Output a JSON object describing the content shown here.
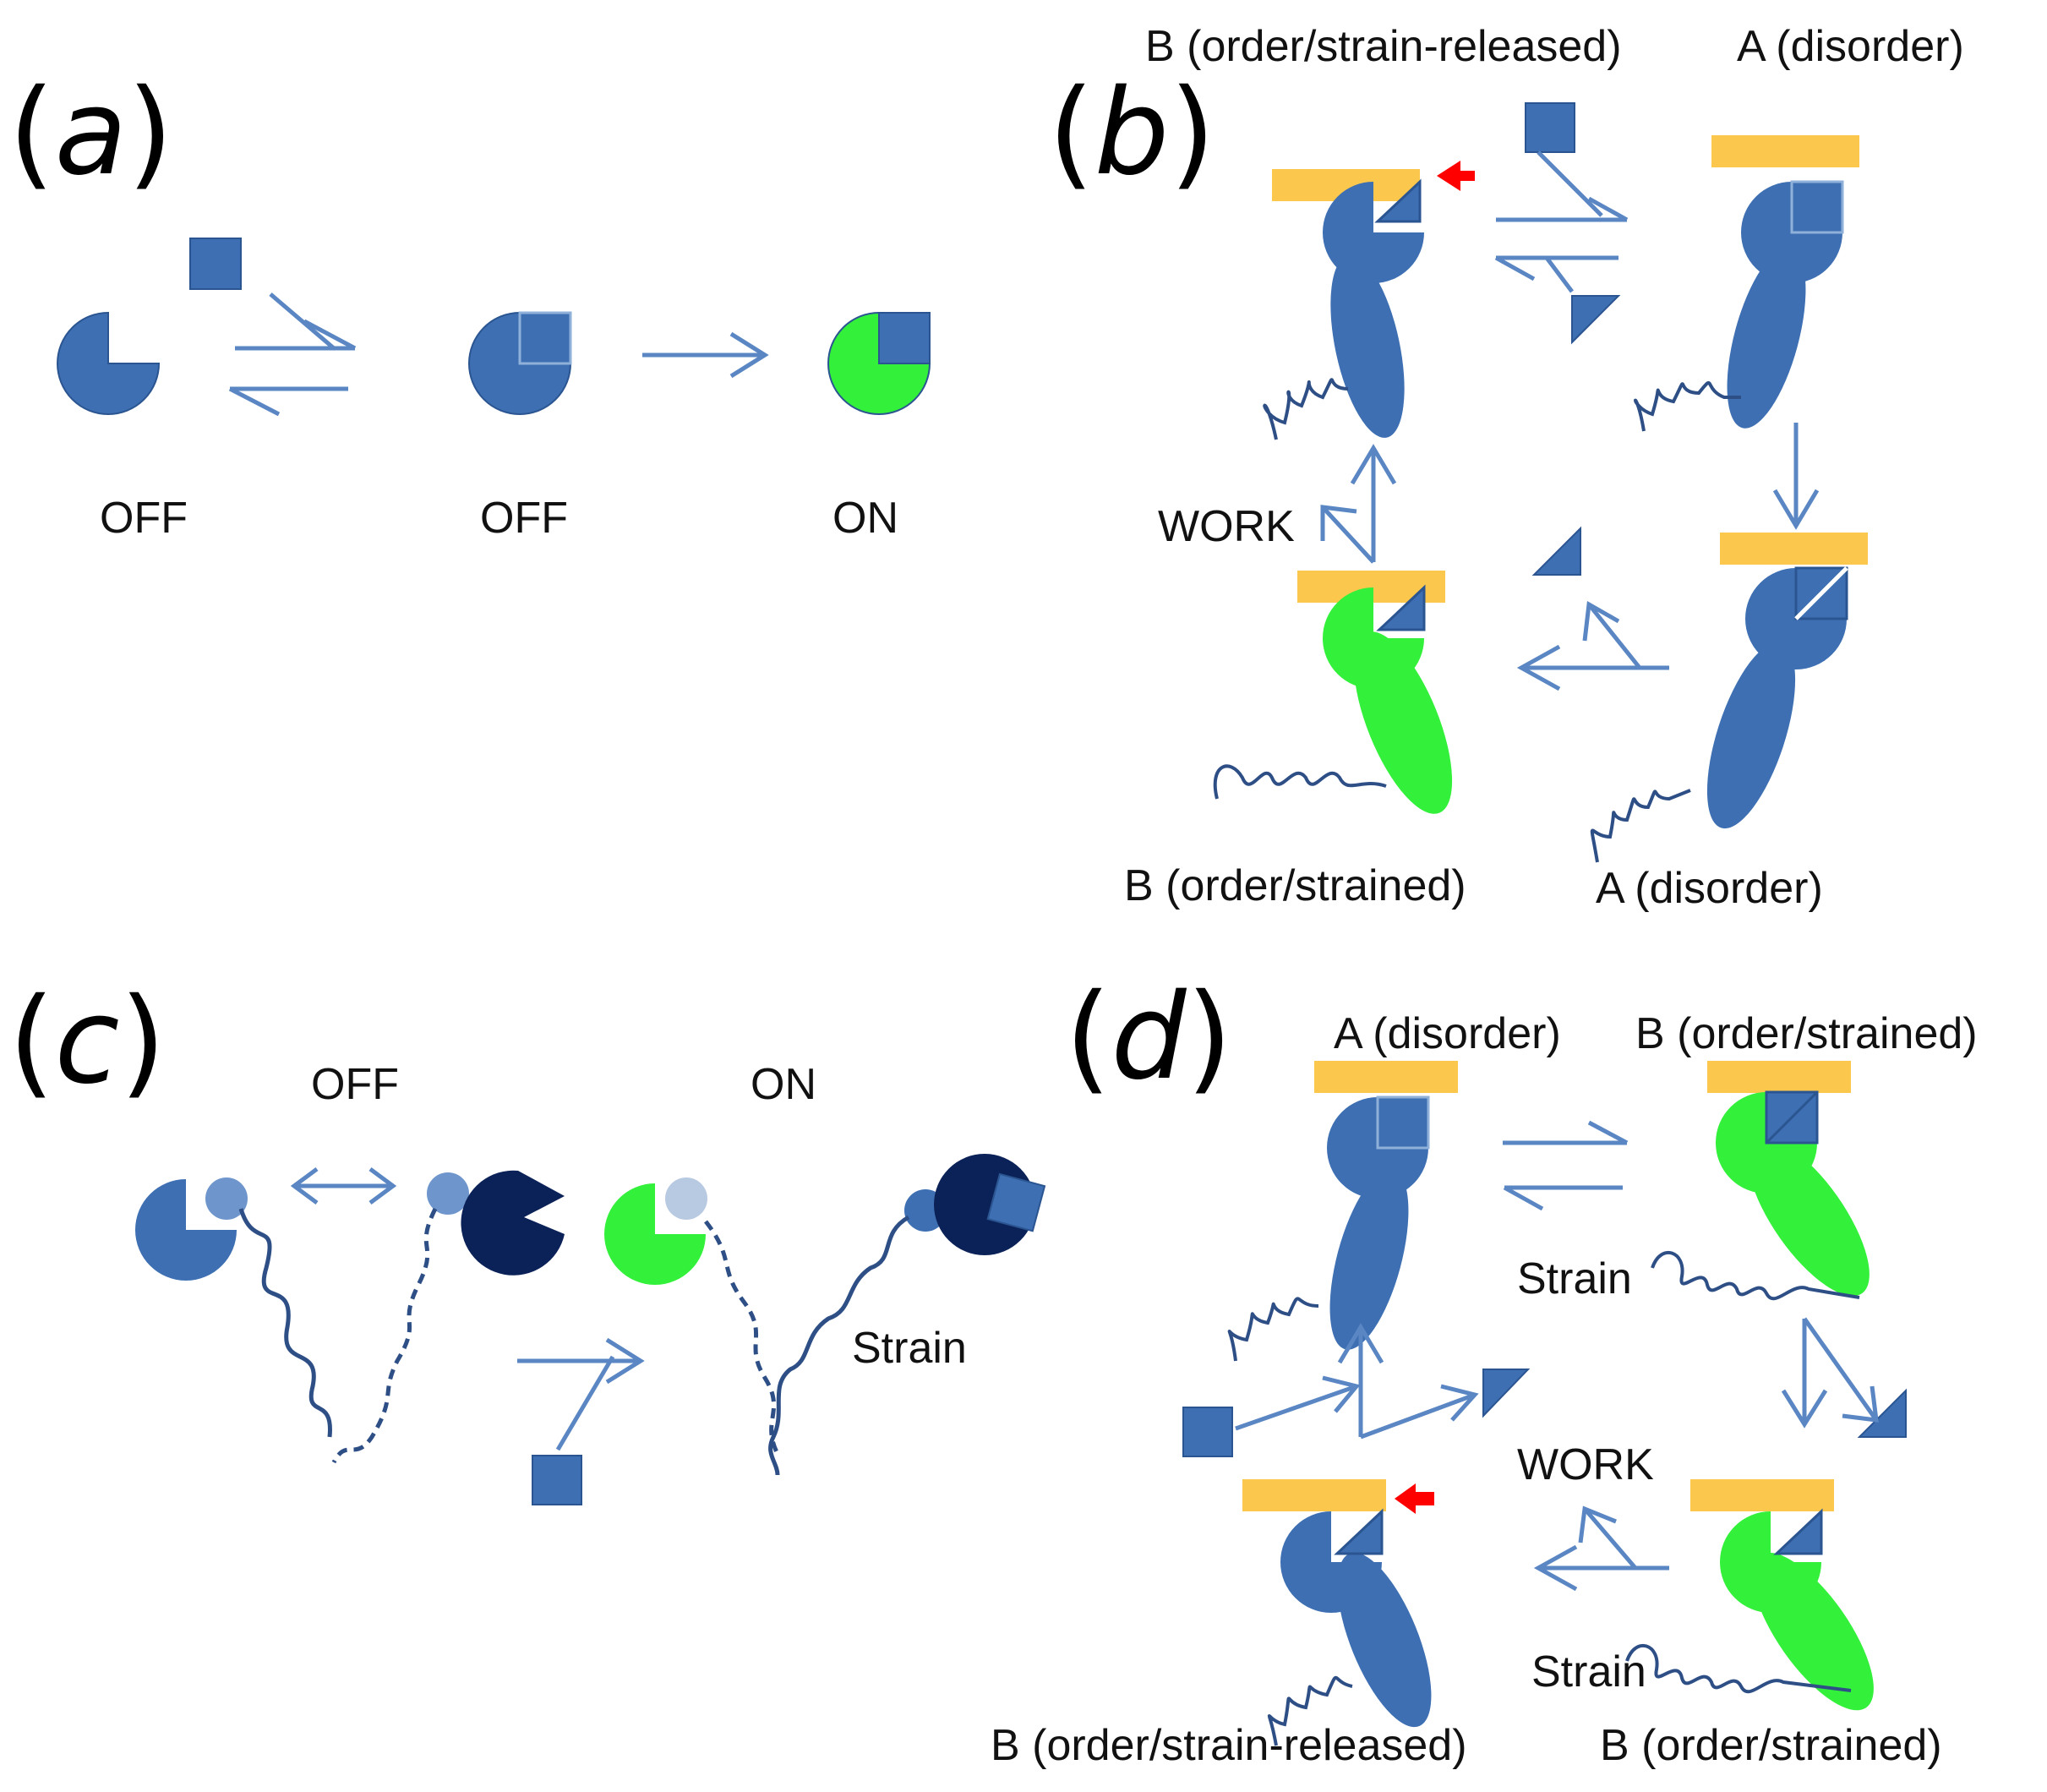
{
  "colors": {
    "blue": "#3d6fb2",
    "blue_dark_edge": "#2b5591",
    "green": "#33f03a",
    "navy": "#0b2258",
    "yellow_bar": "#fbc84d",
    "arrow": "#5a86c3",
    "red_arrow": "#ff0000",
    "spring": "#2e4f86",
    "light_blue": "#6f96cc"
  },
  "panels": {
    "a": {
      "letter": "a",
      "labels": [
        "OFF",
        "OFF",
        "ON"
      ]
    },
    "b": {
      "letter": "b",
      "top_left_label": "B (order/strain-released)",
      "top_right_label": "A (disorder)",
      "bottom_left_label": "B (order/strained)",
      "bottom_right_label": "A (disorder)",
      "work_label": "WORK"
    },
    "c": {
      "letter": "c",
      "off_label": "OFF",
      "on_label": "ON",
      "strain_label": "Strain"
    },
    "d": {
      "letter": "d",
      "top_left_label": "A (disorder)",
      "top_right_label": "B (order/strained)",
      "bottom_left_label": "B (order/strain-released)",
      "bottom_right_label": "B (order/strained)",
      "strain_label_top": "Strain",
      "strain_label_bottom": "Strain",
      "work_label": "WORK"
    }
  }
}
